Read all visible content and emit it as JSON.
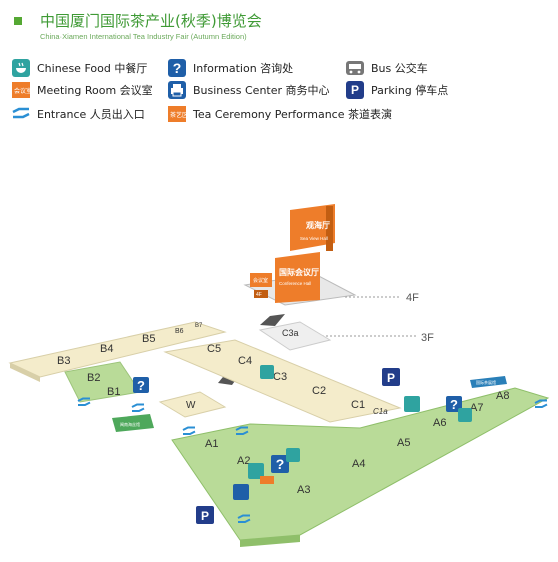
{
  "header": {
    "title": "中国厦门国际茶产业(秋季)博览会",
    "subtitle": "China·Xiamen International Tea Industry Fair (Autumn Edition)"
  },
  "legend": [
    {
      "icon": "food-icon",
      "label": "Chinese Food 中餐厅",
      "color": "#2fa3a0"
    },
    {
      "icon": "information-icon",
      "label": "Information 咨询处",
      "color": "#1f5fa8"
    },
    {
      "icon": "bus-icon",
      "label": "Bus 公交车",
      "color": "#777777"
    },
    {
      "icon": "meeting-room-icon",
      "label": "Meeting Room 会议室",
      "color": "#ee7d2a",
      "badge": "会议室"
    },
    {
      "icon": "printer-icon",
      "label": "Business Center 商务中心",
      "color": "#1f5fa8"
    },
    {
      "icon": "parking-icon",
      "label": "Parking 停车点",
      "color": "#223d8a"
    },
    {
      "icon": "entrance-icon",
      "label": "Entrance 人员出入口",
      "color": "#2a8fd4"
    },
    {
      "icon": "tea-ceremony-icon",
      "label": "Tea Ceremony Performance 茶道表演",
      "color": "#ee7d2a",
      "badge": "茶艺区"
    }
  ],
  "map": {
    "halls": {
      "A1": "A1",
      "A2": "A2",
      "A3": "A3",
      "A4": "A4",
      "A5": "A5",
      "A6": "A6",
      "A7": "A7",
      "A8": "A8",
      "B1": "B1",
      "B2": "B2",
      "B3": "B3",
      "B4": "B4",
      "B5": "B5",
      "B6": "B6",
      "B7": "B7",
      "C1": "C1",
      "C1a": "C1a",
      "C2": "C2",
      "C3": "C3",
      "C3a": "C3a",
      "C4": "C4",
      "C5": "C5",
      "W": "W"
    },
    "floors": {
      "f4": "4F",
      "f3": "3F"
    },
    "sea_view_hall": {
      "cn": "观海厅",
      "en": "Sea View Hall"
    },
    "conference_hall": {
      "cn": "国际会议厅",
      "en": "Conference Hall"
    },
    "tags": {
      "meeting_badge": "会议室",
      "floor_tag": "4F"
    },
    "green_signs": {
      "sign_left": "闽南海丝馆",
      "sign_right": "国际茶展馆"
    },
    "colors": {
      "hall_green": "#b9db98",
      "hall_cream": "#f4eccb",
      "orange": "#ee7d2a",
      "teal": "#2fa3a0",
      "blue": "#1f5fa8"
    }
  }
}
